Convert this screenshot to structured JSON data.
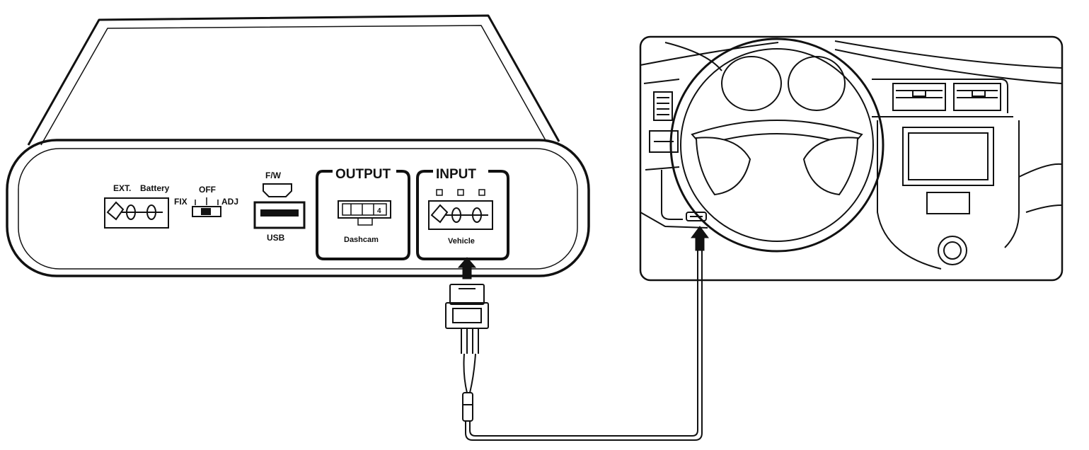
{
  "device": {
    "ext_label": "EXT.",
    "battery_label": "Battery",
    "switch": {
      "off": "OFF",
      "fix": "FIX",
      "adj": "ADJ"
    },
    "fw_label": "F/W",
    "usb_label": "USB",
    "output": {
      "title": "OUTPUT",
      "port_label": "Dashcam",
      "pin_number": "4"
    },
    "input": {
      "title": "INPUT",
      "port_label": "Vehicle"
    }
  },
  "icons": {
    "arrow": "up-arrow-icon",
    "connector": "plug-connector-icon",
    "obd_port": "obd-port-icon",
    "steering_wheel": "steering-wheel-icon"
  },
  "colors": {
    "line": "#111111",
    "background": "#ffffff"
  }
}
